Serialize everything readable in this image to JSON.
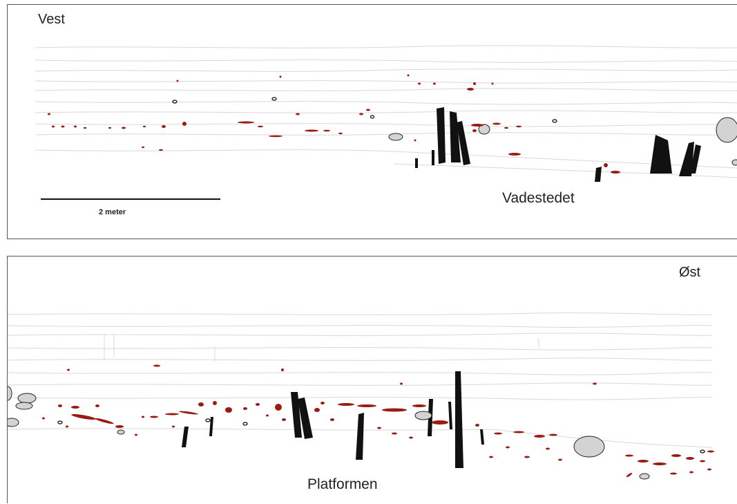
{
  "top_panel": {
    "west_label": "Vest",
    "ford_label": "Vadestedet",
    "scale_label": "2 meter"
  },
  "bottom_panel": {
    "east_label": "Øst",
    "platform_label": "Platformen"
  },
  "colors": {
    "stake": "#111111",
    "red_wood": "#9b1a12",
    "stone_fill": "#d3d3d3",
    "strata_line": "#d8d8d8"
  }
}
